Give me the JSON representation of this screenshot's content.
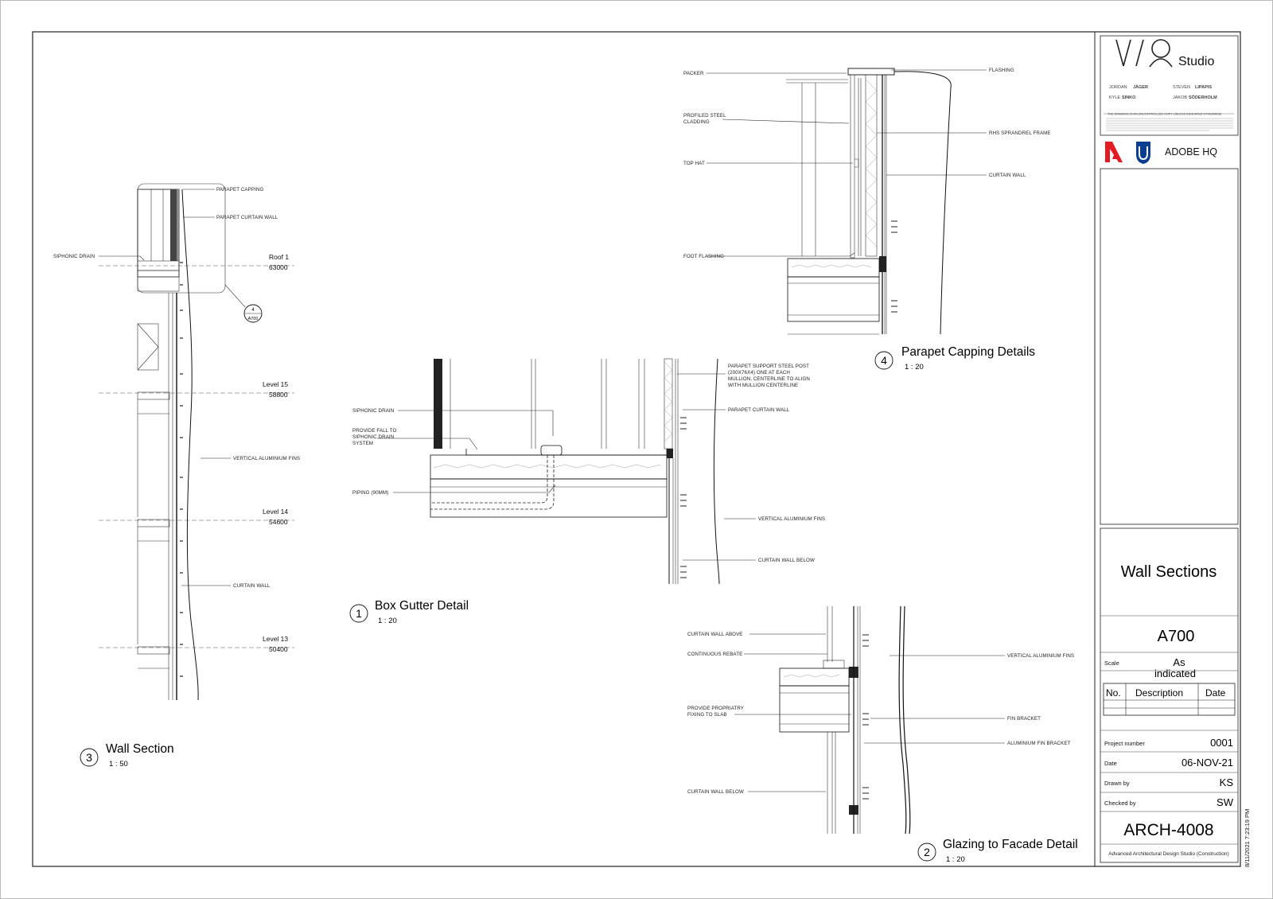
{
  "studio": {
    "logo_text": "Studio",
    "people": [
      {
        "first": "JORDAN",
        "last": "JÄGER"
      },
      {
        "first": "STEVEN",
        "last": "LIPAPIS"
      },
      {
        "first": "KYLE",
        "last": "SINKO"
      },
      {
        "first": "JAKOB",
        "last": "SÖDERHOLM"
      }
    ],
    "disclaimer_title": "THE DRAWING IS AN UNCONTROLLED COPY UNLESS INDICATED OTHERWISE"
  },
  "client": {
    "name": "ADOBE HQ",
    "brand_colors": {
      "adobe": "#e31b23",
      "uni": "#0b3d91"
    }
  },
  "sheet": {
    "title": "Wall Sections",
    "number": "A700",
    "scale_label": "Scale",
    "scale_value_1": "As",
    "scale_value_2": "indicated",
    "revision_headers": [
      "No.",
      "Description",
      "Date"
    ],
    "fields": [
      {
        "label": "Project number",
        "value": "0001"
      },
      {
        "label": "Date",
        "value": "06-NOV-21"
      },
      {
        "label": "Drawn by",
        "value": "KS"
      },
      {
        "label": "Checked by",
        "value": "SW"
      }
    ],
    "course_code": "ARCH-4008",
    "course_name": "Advanced Architectural Design Studio (Construction)",
    "print_stamp": "8/11/2021 7:23:19 PM"
  },
  "views": {
    "wall_section": {
      "number": "3",
      "title": "Wall Section",
      "scale": "1 : 50",
      "labels": {
        "parapet_capping": "PARAPET CAPPING",
        "parapet_curtain_wall": "PARAPET CURTAIN WALL",
        "siphonic_drain": "SIPHONIC DRAIN",
        "vertical_fins": "VERTICAL ALUMINIUM FINS",
        "curtain_wall": "CURTAIN WALL"
      },
      "levels": [
        {
          "name": "Roof 1",
          "elev": "63000"
        },
        {
          "name": "Level 15",
          "elev": "58800"
        },
        {
          "name": "Level 14",
          "elev": "54600"
        },
        {
          "name": "Level 13",
          "elev": "50400"
        }
      ],
      "callout": {
        "num": "4",
        "sheet": "A700"
      }
    },
    "box_gutter": {
      "number": "1",
      "title": "Box Gutter Detail",
      "scale": "1 : 20",
      "labels": {
        "siphonic_drain": "SIPHONIC DRAIN",
        "fall_1": "PROVIDE FALL TO",
        "fall_2": "SIPHONIC DRAIN",
        "fall_3": "SYSTEM",
        "piping": "PIPING (90MM)",
        "post_1": "PARAPET SUPPORT STEEL POST",
        "post_2": "(200X76X4) ONE AT EACH",
        "post_3": "MULLION, CENTERLINE TO ALIGN",
        "post_4": "WITH MULLION CENTERLINE",
        "parapet_curtain_wall": "PARAPET CURTAIN WALL",
        "vertical_fins": "VERTICAL ALUMINIUM FINS",
        "curtain_wall_below": "CURTAIN WALL BELOW"
      }
    },
    "parapet": {
      "number": "4",
      "title": "Parapet Capping Details",
      "scale": "1 : 20",
      "labels": {
        "packer": "PACKER",
        "profiled_1": "PROFILED STEEL",
        "profiled_2": "CLADDING",
        "top_hat": "TOP HAT",
        "foot_flashing": "FOOT FLASHING",
        "flashing": "FLASHING",
        "rhs": "RHS SPRANDREL FRAME",
        "curtain_wall": "CURTAIN WALL"
      }
    },
    "glazing": {
      "number": "2",
      "title": "Glazing to Facade Detail",
      "scale": "1 : 20",
      "labels": {
        "cw_above": "CURTAIN WALL ABOVE",
        "rebate": "CONTINUOUS REBATE",
        "fixing_1": "PROVIDE PROPRIATRY",
        "fixing_2": "FIXING TO SLAB",
        "cw_below": "CURTAIN WALL BELOW",
        "vertical_fins": "VERTICAL ALUMINIUM FINS",
        "fin_bracket": "FIN BRACKET",
        "al_fin_bracket": "ALUMINIUM FIN BRACKET"
      }
    }
  }
}
